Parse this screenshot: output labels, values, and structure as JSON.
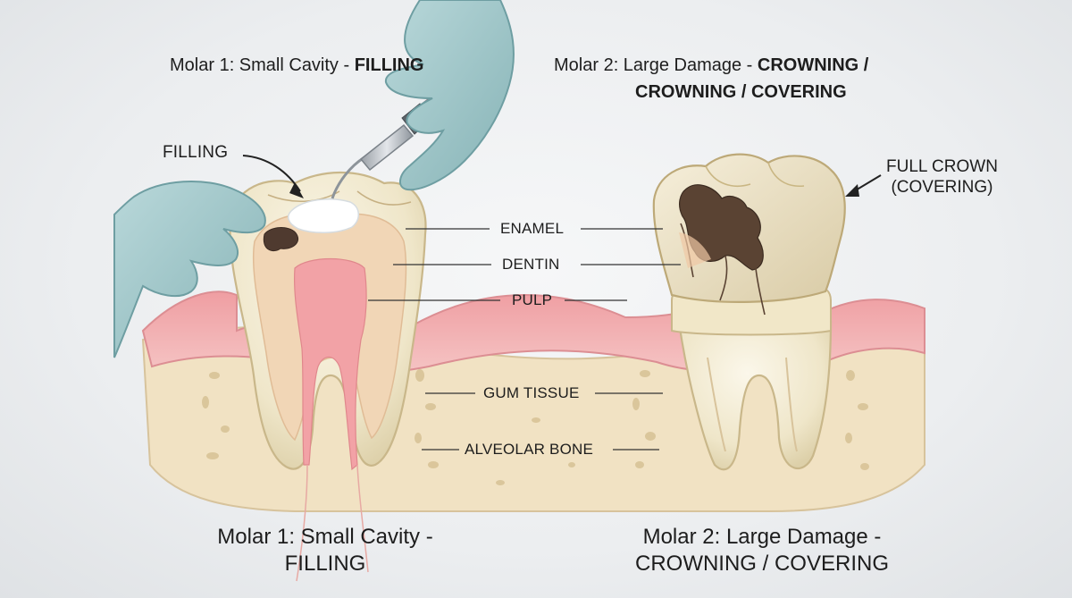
{
  "top_left_title": {
    "prefix": "Molar 1: Small Cavity - ",
    "emphasis": "FILLING"
  },
  "top_right_title": {
    "prefix": "Molar 2: Large Damage - ",
    "emphasis_line1": "CROWNING /",
    "emphasis_line2": "CROWNING / COVERING"
  },
  "bottom_left_title": {
    "line1": "Molar 1: Small Cavity -",
    "line2": "FILLING"
  },
  "bottom_right_title": {
    "line1": "Molar 2: Large Damage -",
    "line2": "CROWNING / COVERING"
  },
  "labels": {
    "filling": "FILLING",
    "enamel": "ENAMEL",
    "dentin": "DENTIN",
    "pulp": "PULP",
    "gum_tissue": "GUM TISSUE",
    "alveolar_bone": "ALVEOLAR BONE",
    "full_crown_line1": "FULL CROWN",
    "full_crown_line2": "(COVERING)"
  },
  "colors": {
    "enamel": "#f1ead0",
    "dentin": "#f1d8b8",
    "pulp": "#f2a4a8",
    "gum": "#f0a8aa",
    "bone": "#f2e4c6",
    "decay": "#5a4436",
    "glove": "#9ec4c6",
    "filling": "#ffffff"
  },
  "icons": [
    "dental-drill-icon",
    "gloved-hand-icon",
    "arrow-icon"
  ]
}
